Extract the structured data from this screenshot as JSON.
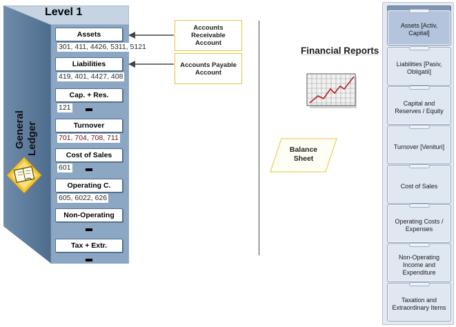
{
  "ledger": {
    "level_title": "Level 1",
    "side_label_line1": "General",
    "side_label_line2": "Ledger",
    "icon": "ledger-book-icon",
    "colors": {
      "cabinet_side": "#5f7c9c",
      "cabinet_front": "#8ba7c4",
      "cabinet_top": "#c9d6e4"
    },
    "drawers": [
      {
        "label": "Assets",
        "codes": "301, 411, 4426, 5311, 5121"
      },
      {
        "label": "Liabilities",
        "codes": "419, 401, 4427, 408"
      },
      {
        "label": "Cap. + Res.",
        "codes": "121"
      },
      {
        "label": "Turnover",
        "codes": "701, 704, 708, 711"
      },
      {
        "label": "Cost of Sales",
        "codes": "601"
      },
      {
        "label": "Operating C.",
        "codes": "605, 6022, 626"
      },
      {
        "label": "Non-Operating",
        "codes": ""
      },
      {
        "label": "Tax + Extr.",
        "codes": ""
      }
    ]
  },
  "accounts": [
    {
      "label": "Accounts Receivable Account"
    },
    {
      "label": "Accounts Payable Account"
    }
  ],
  "financial_reports": {
    "title": "Financial Reports",
    "icon": "line-chart-icon",
    "balance_sheet_line1": "Balance",
    "balance_sheet_line2": "Sheet"
  },
  "report_tabs": [
    "Assets [Activ, Capital]",
    "Liabilities [Pasiv, Obligatii]",
    "Capital and Reserves / Equity",
    "Turnover [Venituri]",
    "Cost of Sales",
    "Operating Costs / Expenses",
    "Non-Operating Income and Expenditure",
    "Taxation and Extraordinary Items"
  ]
}
